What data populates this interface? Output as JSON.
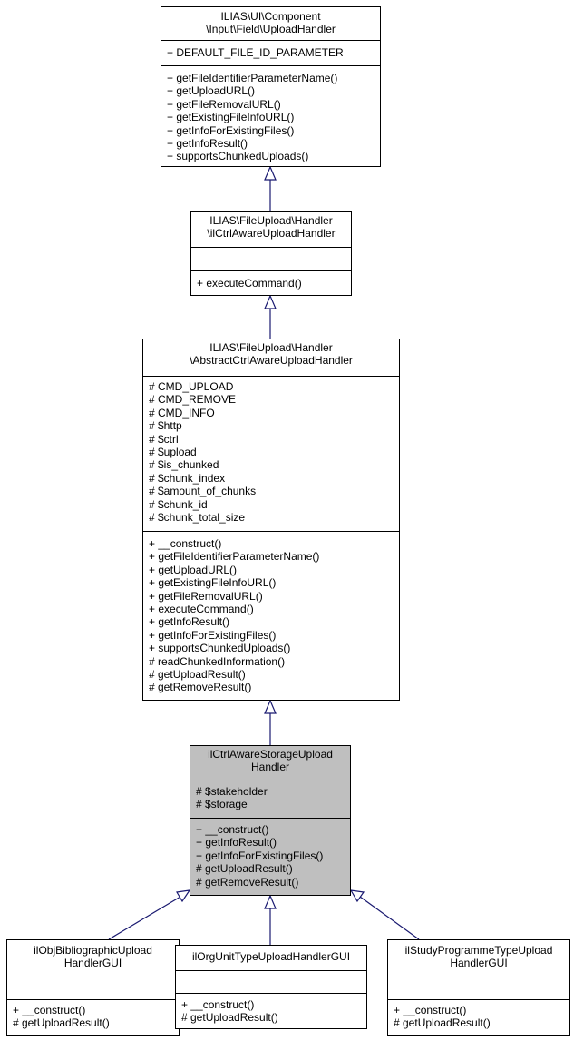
{
  "diagram": {
    "edge_color": "#191970",
    "highlight_color": "#bfbfbf",
    "classes": [
      {
        "id": "b1",
        "name": [
          "ILIAS\\UI\\Component",
          "\\Input\\Field\\UploadHandler"
        ],
        "attributes": [
          "+ DEFAULT_FILE_ID_PARAMETER"
        ],
        "methods": [
          "+ getFileIdentifierParameterName()",
          "+ getUploadURL()",
          "+ getFileRemovalURL()",
          "+ getExistingFileInfoURL()",
          "+ getInfoForExistingFiles()",
          "+ getInfoResult()",
          "+ supportsChunkedUploads()"
        ]
      },
      {
        "id": "b2",
        "name": [
          "ILIAS\\FileUpload\\Handler",
          "\\ilCtrlAwareUploadHandler"
        ],
        "attributes": [],
        "methods": [
          "+ executeCommand()"
        ]
      },
      {
        "id": "b3",
        "name": [
          "ILIAS\\FileUpload\\Handler",
          "\\AbstractCtrlAwareUploadHandler"
        ],
        "attributes": [
          "# CMD_UPLOAD",
          "# CMD_REMOVE",
          "# CMD_INFO",
          "# $http",
          "# $ctrl",
          "# $upload",
          "# $is_chunked",
          "# $chunk_index",
          "# $amount_of_chunks",
          "# $chunk_id",
          "# $chunk_total_size"
        ],
        "methods": [
          "+ __construct()",
          "+ getFileIdentifierParameterName()",
          "+ getUploadURL()",
          "+ getExistingFileInfoURL()",
          "+ getFileRemovalURL()",
          "+ executeCommand()",
          "+ getInfoResult()",
          "+ getInfoForExistingFiles()",
          "+ supportsChunkedUploads()",
          "# readChunkedInformation()",
          "# getUploadResult()",
          "# getRemoveResult()"
        ]
      },
      {
        "id": "b4",
        "current": true,
        "name": [
          "ilCtrlAwareStorageUpload",
          "Handler"
        ],
        "attributes": [
          "# $stakeholder",
          "# $storage"
        ],
        "methods": [
          "+ __construct()",
          "+ getInfoResult()",
          "+ getInfoForExistingFiles()",
          "# getUploadResult()",
          "# getRemoveResult()"
        ]
      },
      {
        "id": "b5",
        "name": [
          "ilObjBibliographicUpload",
          "HandlerGUI"
        ],
        "attributes": [],
        "methods": [
          "+ __construct()",
          "# getUploadResult()"
        ]
      },
      {
        "id": "b6",
        "name": [
          "ilOrgUnitTypeUploadHandlerGUI"
        ],
        "attributes": [],
        "methods": [
          "+ __construct()",
          "# getUploadResult()"
        ]
      },
      {
        "id": "b7",
        "name": [
          "ilStudyProgrammeTypeUpload",
          "HandlerGUI"
        ],
        "attributes": [],
        "methods": [
          "+ __construct()",
          "# getUploadResult()"
        ]
      }
    ]
  }
}
